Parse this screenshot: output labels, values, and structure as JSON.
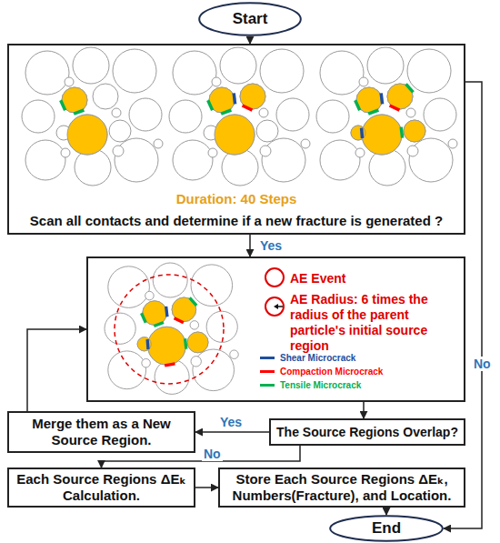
{
  "diagram": {
    "nodes": [
      {
        "text": [
          "Start"
        ]
      },
      {
        "text": [
          "Duration: 40 Steps",
          "Scan all contacts and determine if a new fracture is generated ?"
        ]
      },
      {
        "text": [
          "AE Event",
          "AE Radius: 6 times the radius of the parent particle's initial source region"
        ]
      },
      {
        "text": [
          "Merge them as a New Source Region."
        ]
      },
      {
        "text": [
          "The Source Regions Overlap?"
        ]
      },
      {
        "text": [
          "Each Source Regions ΔEₖ Calculation."
        ]
      },
      {
        "text": [
          "Store Each Source Regions ΔEₖ, Numbers(Fracture), and Location."
        ]
      },
      {
        "text": [
          "End"
        ]
      }
    ],
    "edges": [
      {
        "from": 0,
        "to": 1,
        "arrow": "to"
      },
      {
        "from": 1,
        "to": 2,
        "label": "Yes",
        "arrow": "to"
      },
      {
        "from": 1,
        "to": 7,
        "label": "No",
        "arrow": "to"
      },
      {
        "from": 2,
        "to": 4,
        "arrow": "to"
      },
      {
        "from": 4,
        "to": 3,
        "label": "Yes",
        "arrow": "to"
      },
      {
        "from": 3,
        "to": 2,
        "arrow": "to"
      },
      {
        "from": 4,
        "to": 5,
        "label": "No",
        "arrow": "to"
      },
      {
        "from": 5,
        "to": 6,
        "arrow": "to"
      },
      {
        "from": 6,
        "to": 7,
        "arrow": "to"
      }
    ],
    "legend": [
      {
        "text": "Shear Microcrack",
        "color": "#1f4e9e"
      },
      {
        "text": "Compaction Microcrack",
        "color": "#ff0000"
      },
      {
        "text": "Tensile Microcrack",
        "color": "#00b050"
      }
    ]
  }
}
